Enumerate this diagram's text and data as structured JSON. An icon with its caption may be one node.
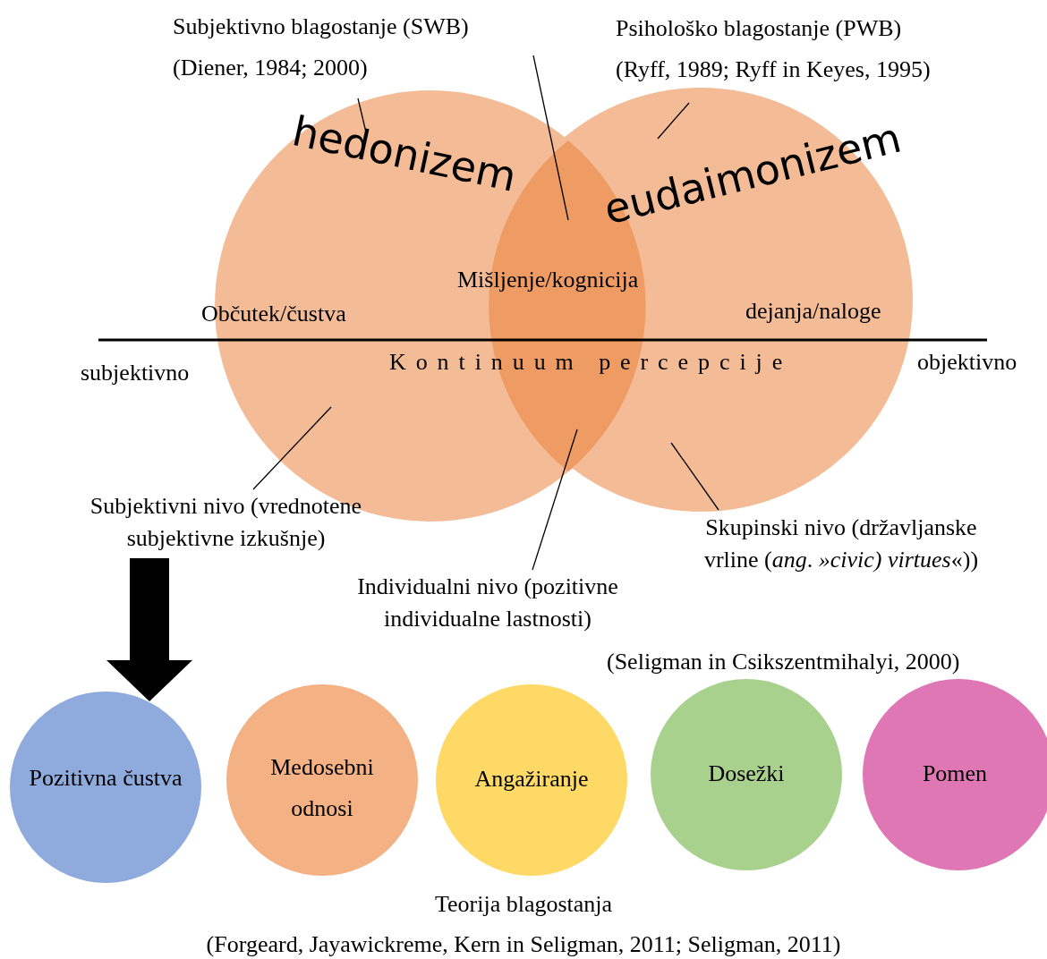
{
  "diagram": {
    "nodes": [
      {
        "text": [
          "hedonizem",
          "Občutek/čustva"
        ]
      },
      {
        "text": [
          "eudaimonizem",
          "dejanja/naloge"
        ]
      },
      {
        "text": [
          "Mišljenje/kognicija"
        ]
      },
      {
        "text": [
          "Subjektivno blagostanje (SWB)",
          "(Diener, 1984; 2000)"
        ]
      },
      {
        "text": [
          "Psihološko blagostanje (PWB)",
          "(Ryff, 1989; Ryff in Keyes, 1995)"
        ]
      },
      {
        "text": [
          "Subjektivni nivo (vrednotene subjektivne izkušnje)"
        ]
      },
      {
        "text": [
          "Individualni nivo (pozitivne individualne lastnosti)"
        ]
      },
      {
        "text": [
          "Skupinski nivo (državljanske vrline (*ang*. *»civic) virtues*«))"
        ]
      },
      {
        "text": [
          "Pozitivna čustva"
        ]
      },
      {
        "text": [
          "Medosebni odnosi"
        ]
      },
      {
        "text": [
          "Angažiranje"
        ]
      },
      {
        "text": [
          "Dosežki"
        ]
      },
      {
        "text": [
          "Pomen"
        ]
      }
    ],
    "edges": [
      {
        "from": 3,
        "to": 2,
        "arrow": "none"
      },
      {
        "from": 3,
        "to": 0,
        "arrow": "none"
      },
      {
        "from": 4,
        "to": 1,
        "arrow": "none"
      },
      {
        "from": 5,
        "to": 0,
        "arrow": "none"
      },
      {
        "from": 6,
        "to": 2,
        "arrow": "none"
      },
      {
        "from": 7,
        "to": 1,
        "arrow": "none"
      },
      {
        "from": 5,
        "to": 8,
        "arrow": "to",
        "style": "thick"
      }
    ],
    "labels": [
      "subjektivno",
      "Kontinuum percepcije",
      "objektivno",
      "(Seligman in Csikszentmihalyi, 2000)",
      "Teorija blagostanja",
      "(Forgeard, Jayawickreme, Kern in Seligman, 2011; Seligman, 2011)"
    ]
  }
}
